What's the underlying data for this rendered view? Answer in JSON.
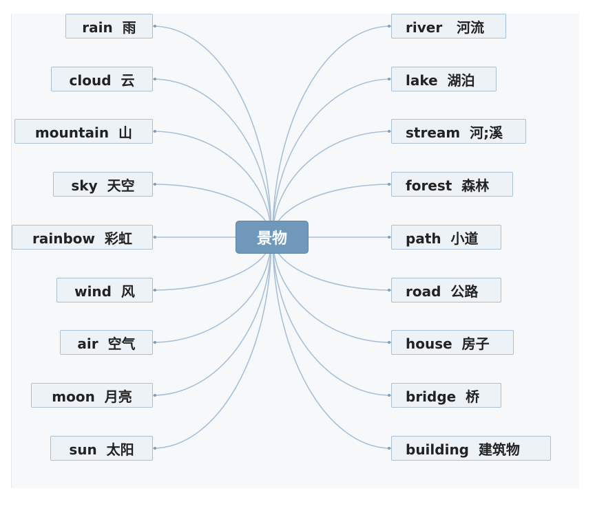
{
  "center": {
    "label": "景物"
  },
  "colors": {
    "link": "#a8c0d6",
    "node_fill": "#edf2f7",
    "node_border": "#a9bfd3",
    "center_fill": "#6f98bb"
  },
  "left_nodes": [
    {
      "label": "rain  雨"
    },
    {
      "label": "cloud  云"
    },
    {
      "label": "mountain  山"
    },
    {
      "label": "sky  天空"
    },
    {
      "label": "rainbow  彩虹"
    },
    {
      "label": "wind  风"
    },
    {
      "label": "air  空气"
    },
    {
      "label": "moon  月亮"
    },
    {
      "label": "sun  太阳"
    }
  ],
  "right_nodes": [
    {
      "label": "river   河流"
    },
    {
      "label": "lake  湖泊"
    },
    {
      "label": "stream  河;溪"
    },
    {
      "label": "forest  森林"
    },
    {
      "label": "path  小道"
    },
    {
      "label": "road  公路"
    },
    {
      "label": "house  房子"
    },
    {
      "label": "bridge  桥"
    },
    {
      "label": "building  建筑物"
    }
  ]
}
